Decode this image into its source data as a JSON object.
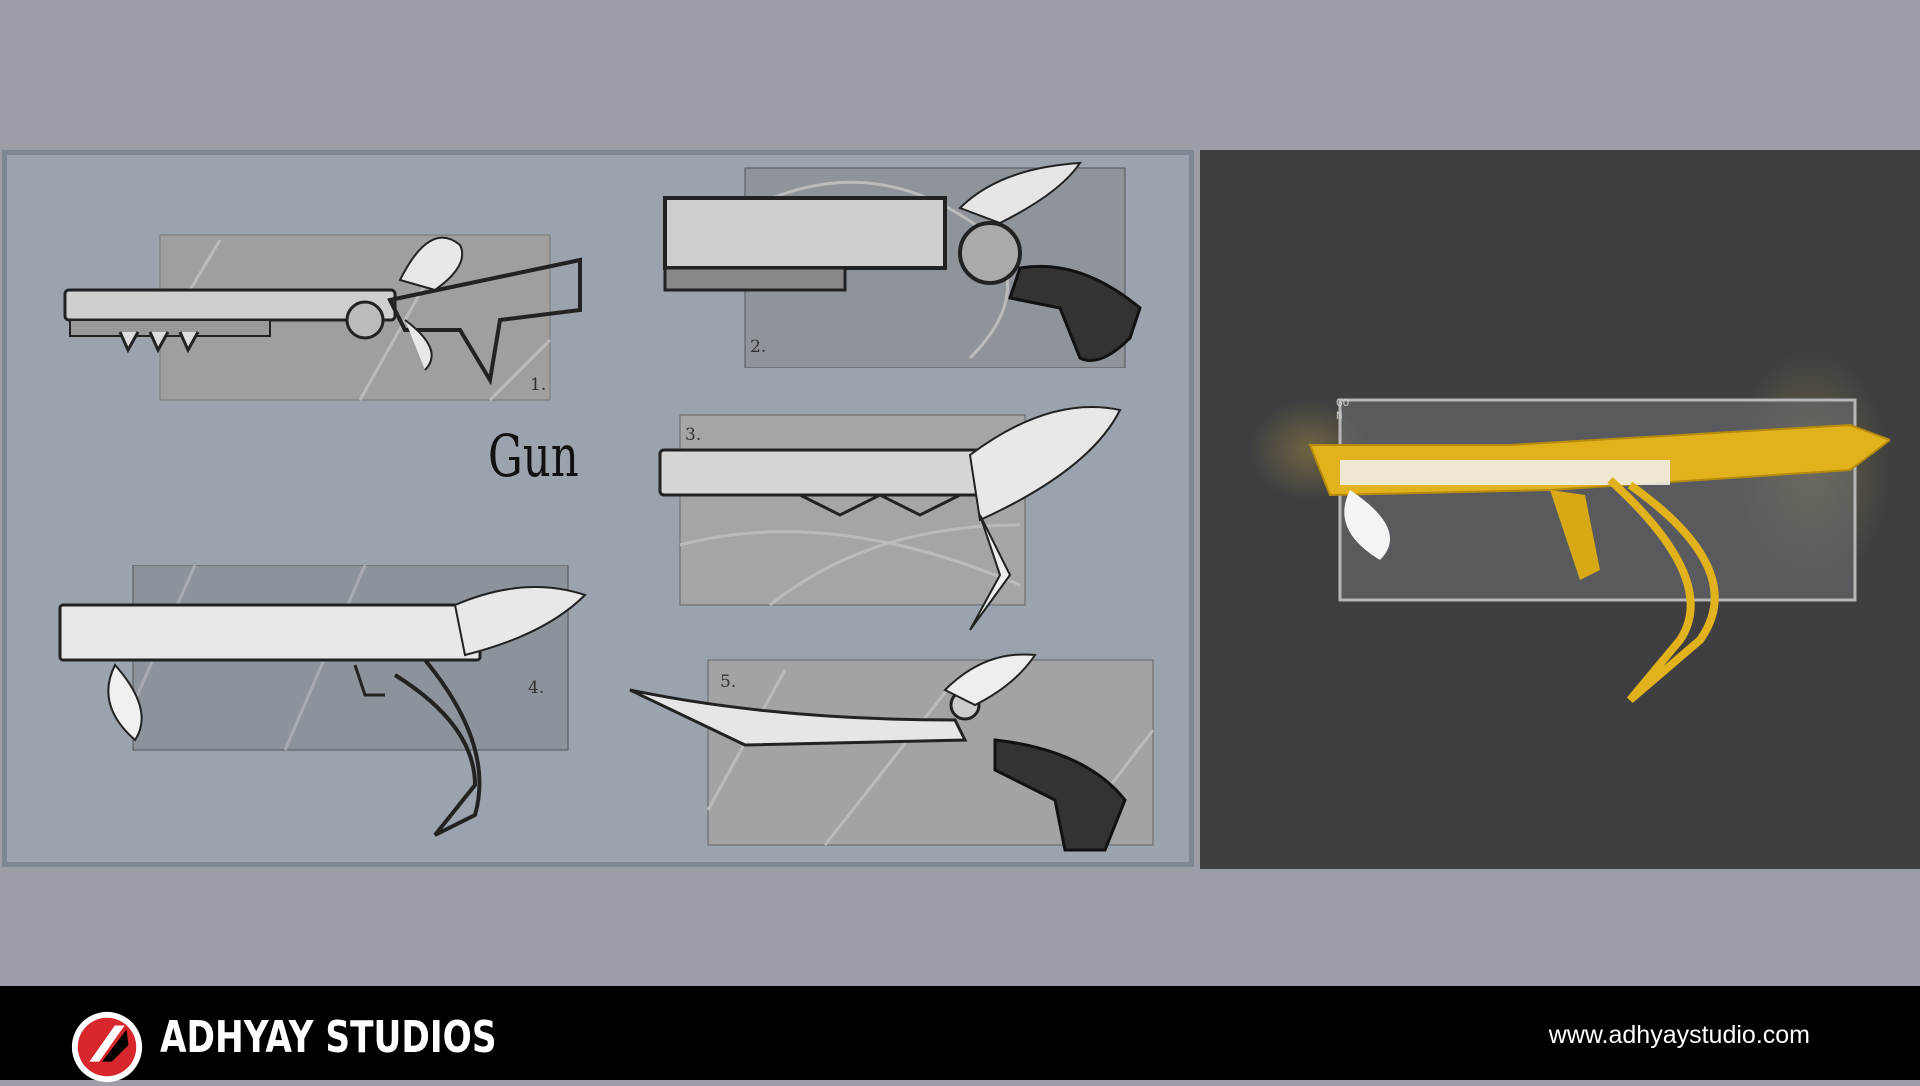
{
  "sheet": {
    "title": "Gun",
    "variant_labels": [
      "1.",
      "2.",
      "3.",
      "4.",
      "5."
    ]
  },
  "final_render": {
    "frame_label": "GON"
  },
  "footer": {
    "brand": "ADHYAY STUDIOS",
    "url": "www.adhyaystudio.com",
    "logo_icon": "adhyay-logo-icon"
  },
  "colors": {
    "background": "#9b9ea7",
    "sheet": "#9aa3ae",
    "dark_panel": "#3f3f41",
    "footer": "#000000",
    "gold": "#e2b21c",
    "logo_red": "#d8262d"
  }
}
